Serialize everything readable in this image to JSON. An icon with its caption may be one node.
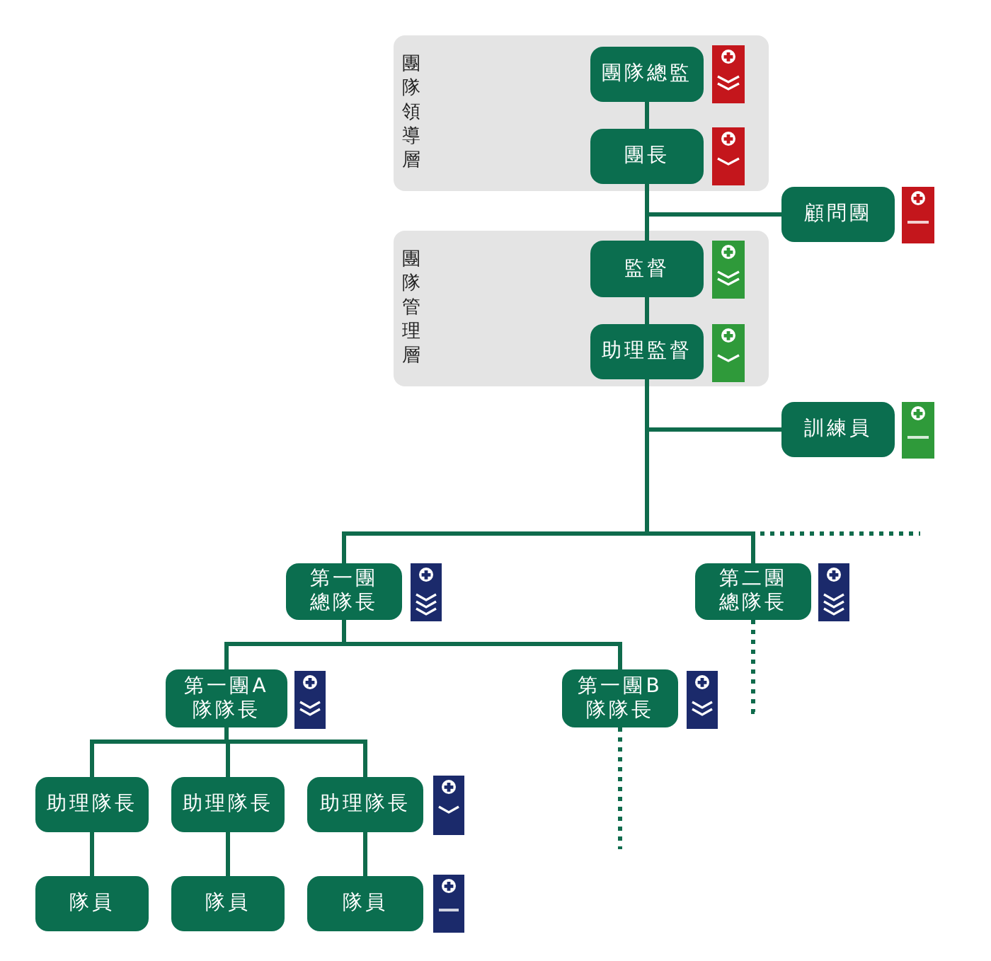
{
  "diagram": {
    "nodes": [
      {
        "text": [
          "團隊領導層"
        ]
      },
      {
        "text": [
          "團隊總監"
        ],
        "in": 0
      },
      {
        "text": [
          "團長"
        ],
        "in": 0
      },
      {
        "text": [
          "顧問團"
        ]
      },
      {
        "text": [
          "團隊管理層"
        ]
      },
      {
        "text": [
          "監督"
        ],
        "in": 4
      },
      {
        "text": [
          "助理監督"
        ],
        "in": 4
      },
      {
        "text": [
          "訓練員"
        ]
      },
      {
        "text": [
          "第一團總隊長"
        ]
      },
      {
        "text": [
          "第二團總隊長"
        ]
      },
      {
        "text": [
          "第一團A隊隊長"
        ]
      },
      {
        "text": [
          "第一團B隊隊長"
        ]
      },
      {
        "text": [
          "助理隊長"
        ]
      },
      {
        "text": [
          "助理隊長"
        ]
      },
      {
        "text": [
          "助理隊長"
        ]
      },
      {
        "text": [
          "隊員"
        ]
      },
      {
        "text": [
          "隊員"
        ]
      },
      {
        "text": [
          "隊員"
        ]
      }
    ],
    "edges": [
      {
        "from": 1,
        "to": 2,
        "arrow": "none"
      },
      {
        "from": 2,
        "to": 3,
        "arrow": "none"
      },
      {
        "from": 2,
        "to": 5,
        "arrow": "none"
      },
      {
        "from": 5,
        "to": 6,
        "arrow": "none"
      },
      {
        "from": 6,
        "to": 7,
        "arrow": "none"
      },
      {
        "from": 6,
        "to": null,
        "arrow": "none",
        "style": "dashed"
      },
      {
        "from": 6,
        "to": 8,
        "arrow": "none"
      },
      {
        "from": 6,
        "to": 9,
        "arrow": "none"
      },
      {
        "from": 8,
        "to": 10,
        "arrow": "none"
      },
      {
        "from": 8,
        "to": 11,
        "arrow": "none"
      },
      {
        "from": 9,
        "to": null,
        "arrow": "none",
        "style": "dashed"
      },
      {
        "from": 11,
        "to": null,
        "arrow": "none",
        "style": "dashed"
      },
      {
        "from": 10,
        "to": 12,
        "arrow": "none"
      },
      {
        "from": 10,
        "to": 13,
        "arrow": "none"
      },
      {
        "from": 10,
        "to": 14,
        "arrow": "none"
      },
      {
        "from": 12,
        "to": 15,
        "arrow": "none"
      },
      {
        "from": 13,
        "to": 16,
        "arrow": "none"
      },
      {
        "from": 14,
        "to": 17,
        "arrow": "none"
      }
    ]
  }
}
